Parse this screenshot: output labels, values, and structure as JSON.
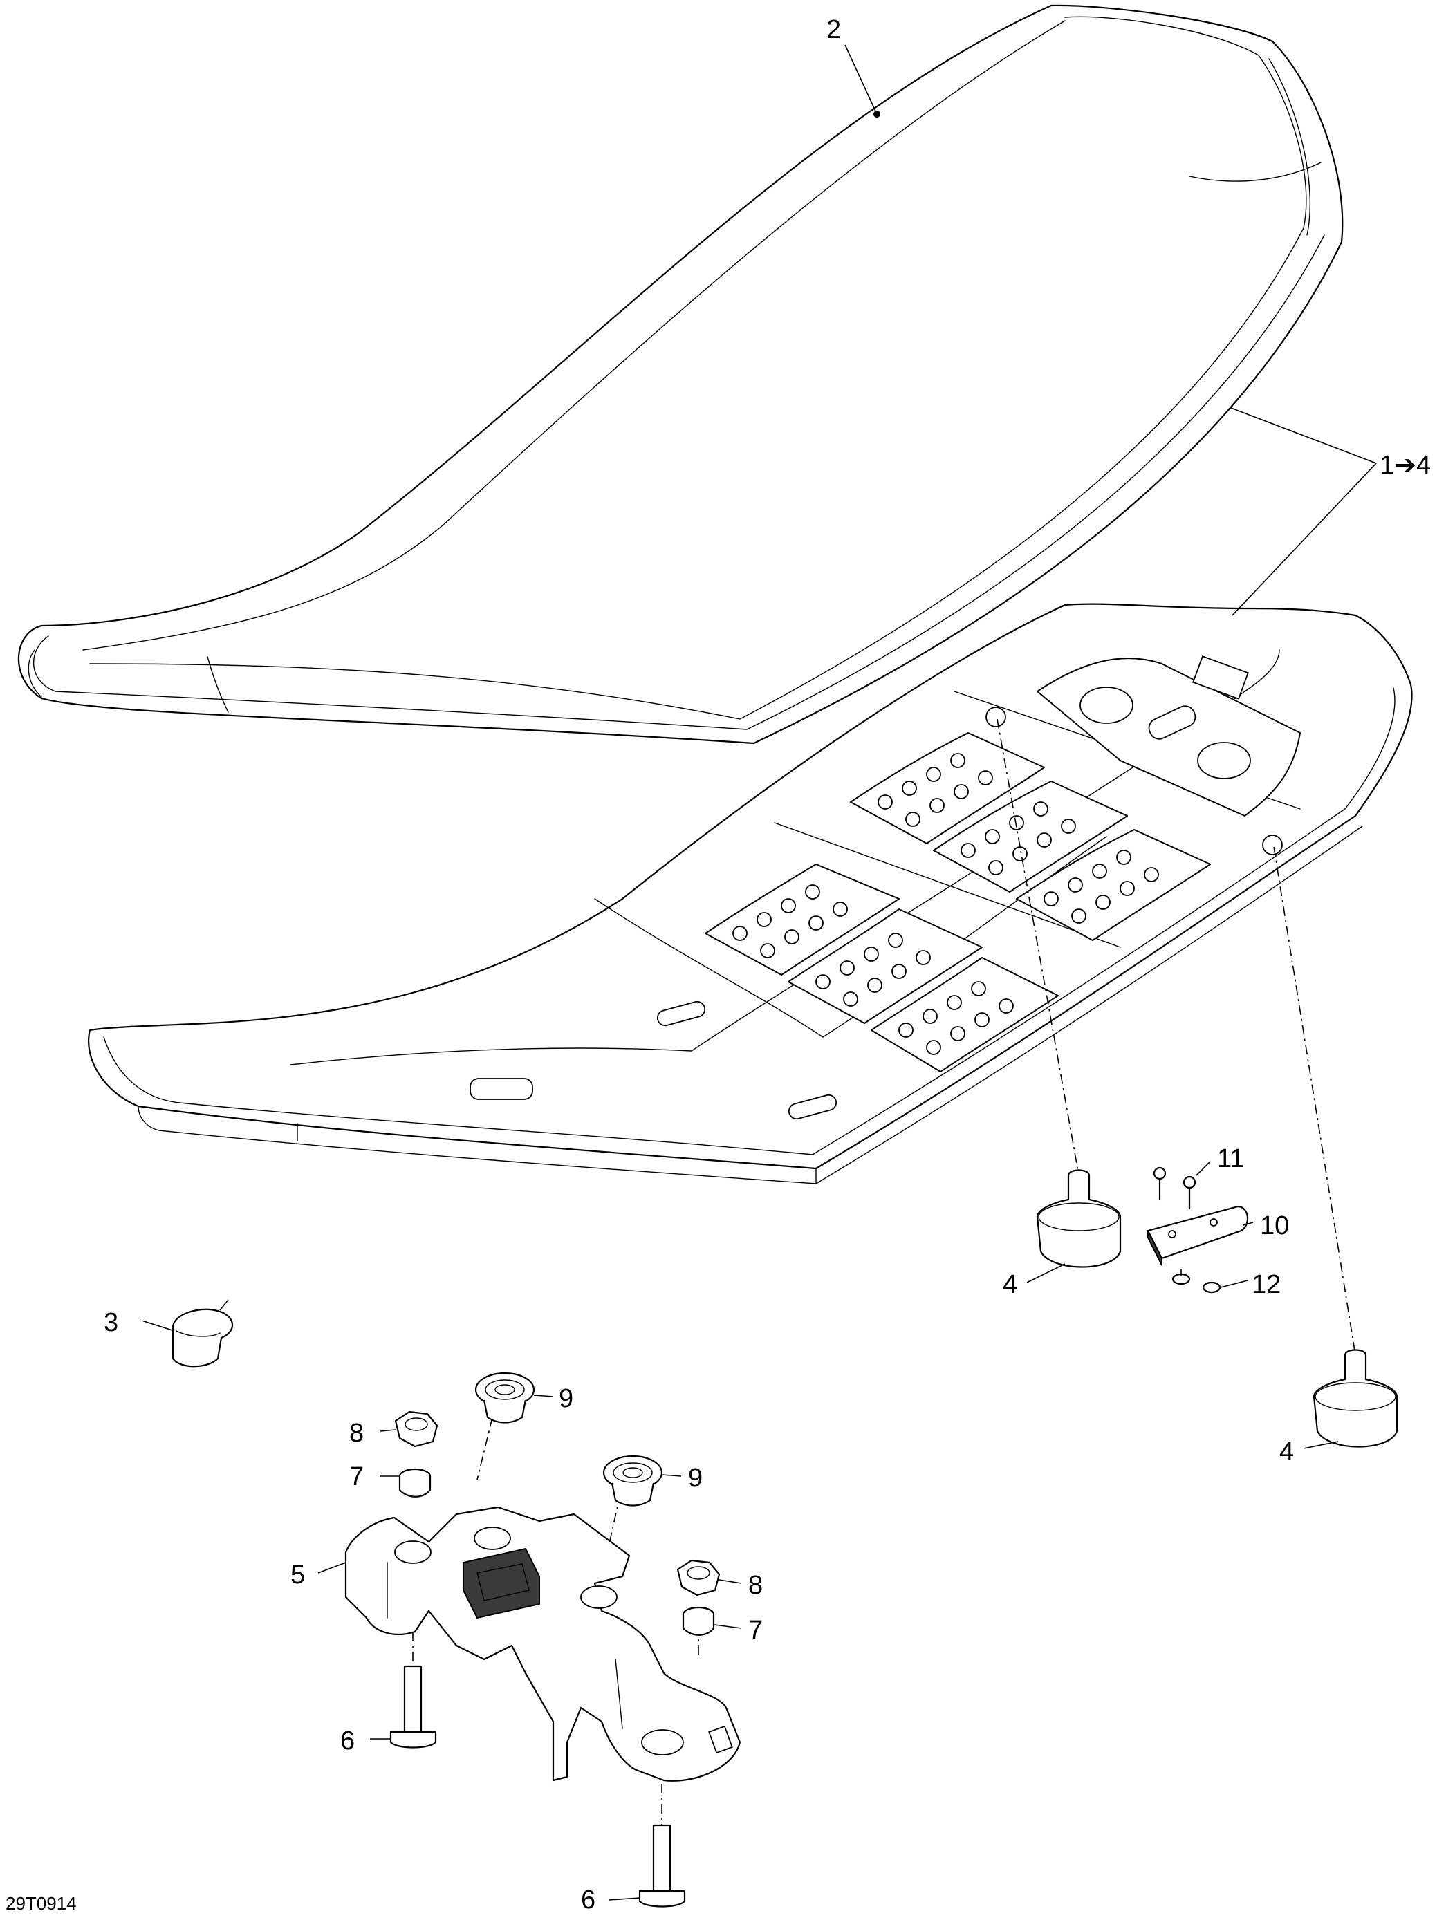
{
  "callouts": [
    {
      "id": "c2",
      "label": "2"
    },
    {
      "id": "c14",
      "label": "1➔4"
    },
    {
      "id": "c3",
      "label": "3"
    },
    {
      "id": "c4a",
      "label": "4"
    },
    {
      "id": "c4b",
      "label": "4"
    },
    {
      "id": "c11",
      "label": "11"
    },
    {
      "id": "c10",
      "label": "10"
    },
    {
      "id": "c12",
      "label": "12"
    },
    {
      "id": "c9a",
      "label": "9"
    },
    {
      "id": "c9b",
      "label": "9"
    },
    {
      "id": "c8a",
      "label": "8"
    },
    {
      "id": "c8b",
      "label": "8"
    },
    {
      "id": "c7a",
      "label": "7"
    },
    {
      "id": "c7b",
      "label": "7"
    },
    {
      "id": "c5",
      "label": "5"
    },
    {
      "id": "c6a",
      "label": "6"
    },
    {
      "id": "c6b",
      "label": "6"
    }
  ],
  "figure_code": "29T0914"
}
